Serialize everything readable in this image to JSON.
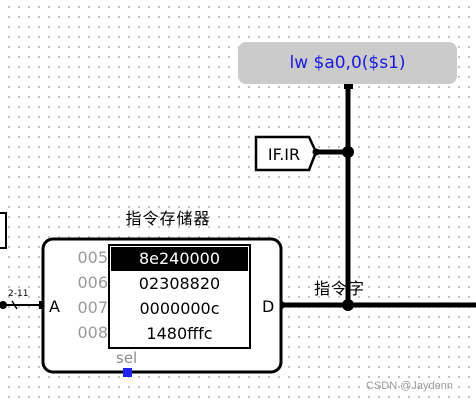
{
  "probe": {
    "text": "lw $a0,0($s1)"
  },
  "tunnel": {
    "label": "IF.IR"
  },
  "memory": {
    "title": "指令存储器",
    "port_in": "A",
    "port_out": "D",
    "select_label": "sel",
    "rows": [
      {
        "address": "005",
        "value": "8e240000",
        "selected": true
      },
      {
        "address": "006",
        "value": "02308820",
        "selected": false
      },
      {
        "address": "007",
        "value": "0000000c",
        "selected": false
      },
      {
        "address": "008",
        "value": "1480fffc",
        "selected": false
      }
    ]
  },
  "output_wire": {
    "label": "指令字"
  },
  "input_wire": {
    "label": "2-11"
  },
  "colors": {
    "probe_bg": "#cbcbcb",
    "probe_text": "#1a1ae0",
    "selected_row_bg": "#000000",
    "address_text": "#9a9a9a",
    "select_pin": "#2222ee"
  },
  "watermark": "CSDN @Jaydenn"
}
